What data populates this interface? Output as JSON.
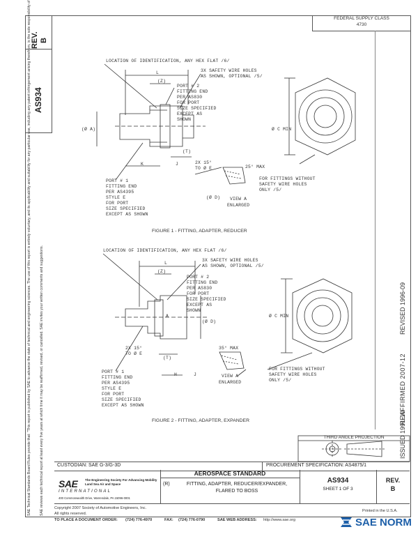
{
  "side": {
    "rev_label": "REV.",
    "rev_value": "B",
    "doc_number": "AS934",
    "notice": "SAE Technical Standards Board Rules provide that: \"This report is published by SAE to advance the state of technical and engineering sciences. The use of this report is entirely voluntary, and its applicability and suitability for any particular use, including any patent infringement arising therefrom, is the sole responsibility of the user.\"",
    "notice2": "SAE reviews each technical report at least every five years at which time it may be reaffirmed, revised, or cancelled. SAE invites your written comments and suggestions."
  },
  "header": {
    "federal_supply_class": "FEDERAL SUPPLY CLASS",
    "fsc_number": "4730"
  },
  "figure1": {
    "caption": "FIGURE 1 - FITTING, ADAPTER, REDUCER",
    "labels": {
      "location": "LOCATION OF IDENTIFICATION, ANY HEX FLAT /6/",
      "safety1": "3X SAFETY WIRE HOLES",
      "safety2": "AS SHOWN, OPTIONAL /5/",
      "l": "L",
      "z": "(Z)",
      "port2": [
        "PORT # 2",
        "FITTING END",
        "PER AS830",
        "FOR PORT",
        "SIZE SPECIFIED",
        "EXCEPT AS",
        "SHOWN"
      ],
      "a": "(Ø A)",
      "c": "Ø C MIN",
      "k": "K",
      "t": "(T)",
      "j": "J",
      "angle": "2X 15°",
      "to": "TO Ø E",
      "max": "25° MAX",
      "port1": [
        "PORT # 1",
        "FITTING END",
        "PER AS4395",
        "STYLE E",
        "FOR PORT",
        "SIZE SPECIFIED",
        "EXCEPT AS SHOWN"
      ],
      "view": "VIEW A",
      "enlarged": "ENLARGED",
      "d": "(Ø D)",
      "fitting_note": [
        "FOR FITTINGS WITHOUT",
        "SAFETY WIRE HOLES",
        "ONLY /5/"
      ]
    }
  },
  "figure2": {
    "caption": "FIGURE 2 - FITTING, ADAPTER, EXPANDER",
    "labels": {
      "location": "LOCATION OF IDENTIFICATION, ANY HEX FLAT /6/",
      "safety1": "3X SAFETY WIRE HOLES",
      "safety2": "AS SHOWN, OPTIONAL /5/",
      "l": "L",
      "z": "(Z)",
      "port2": [
        "PORT # 2",
        "FITTING END",
        "PER AS830",
        "FOR PORT",
        "SIZE SPECIFIED",
        "EXCEPT AS",
        "SHOWN"
      ],
      "a": "A",
      "d": "(Ø D)",
      "c": "Ø C MIN",
      "angle": "2X 15°",
      "to": "TO Ø E",
      "max": "35° MAX",
      "port1": [
        "PORT # 1",
        "FITTING END",
        "PER AS4395",
        "STYLE E",
        "FOR PORT",
        "SIZE SPECIFIED",
        "EXCEPT AS SHOWN"
      ],
      "t": "(T)",
      "h": "H",
      "j": "J",
      "view": "VIEW A",
      "enlarged": "ENLARGED",
      "fitting_note": [
        "FOR FITTINGS WITHOUT",
        "SAFETY WIRE HOLES",
        "ONLY /5/"
      ]
    }
  },
  "revision_dates": {
    "reaffirmed": "REAFFIRMED 2007-12",
    "revised": "REVISED 1996-09",
    "issued": "ISSUED 1991-10"
  },
  "projection": "THIRD ANGLE PROJECTION",
  "bar": {
    "custodian": "CUSTODIAN:  SAE G-3/G-3D",
    "procurement": "PROCUREMENT SPECIFICATION:  AS4875/1"
  },
  "title_block": {
    "sae": "SAE",
    "sae_sub": "The Engineering Society For Advancing Mobility Land Sea Air and Space",
    "international": "INTERNATIONAL",
    "address": "400 Commonwealth Drive, Warrendale, PA 15096-0001",
    "standard": "AEROSPACE STANDARD",
    "r": "(R)",
    "title1": "FITTING, ADAPTER, REDUCER/EXPANDER,",
    "title2": "FLARED TO BOSS",
    "doc": "AS934",
    "sheet": "SHEET 1 OF 3",
    "rev": "REV.",
    "rev_value": "B"
  },
  "footer": {
    "copyright": "Copyright 2007 Society of Automotive Engineers, Inc.",
    "rights": "All rights reserved.",
    "printed": "Printed in the U.S.A.",
    "order": "TO PLACE A DOCUMENT ORDER:",
    "tel": "(724) 776-4970",
    "fax_label": "FAX:",
    "fax": "(724) 776-0790",
    "web_label": "SAE WEB ADDRESS:",
    "web": "http://www.sae.org"
  },
  "watermark": {
    "text": "SAE NORM",
    "color": "#1d5fa8"
  }
}
